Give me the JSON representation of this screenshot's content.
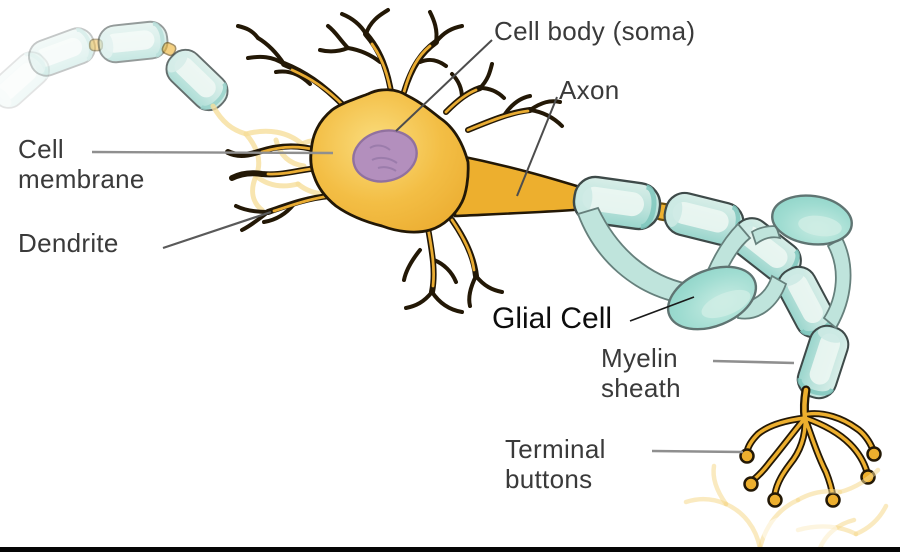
{
  "diagram": {
    "type": "labeled-anatomy-diagram",
    "subject": "Neuron structure",
    "labels": {
      "cell_body": "Cell body (soma)",
      "axon": "Axon",
      "cell_membrane": "Cell\nmembrane",
      "dendrite": "Dendrite",
      "glial_cell": "Glial Cell",
      "myelin_sheath": "Myelin\nsheath",
      "terminal_buttons": "Terminal\nbuttons"
    },
    "colors": {
      "soma_fill": "#F5C44A",
      "soma_edge": "#EBAC30",
      "nucleus_fill": "#B38FBD",
      "myelin_fill": "#C7E7E1",
      "myelin_highlight": "#EDF7F3",
      "glial_fill": "#9FDCD1",
      "axon_yellow": "#EDAF2E",
      "outline_dark": "#231806",
      "label_text": "#3A3A3A",
      "leader_gray": "#8F8F8F",
      "bottom_bar": "#050505"
    }
  }
}
